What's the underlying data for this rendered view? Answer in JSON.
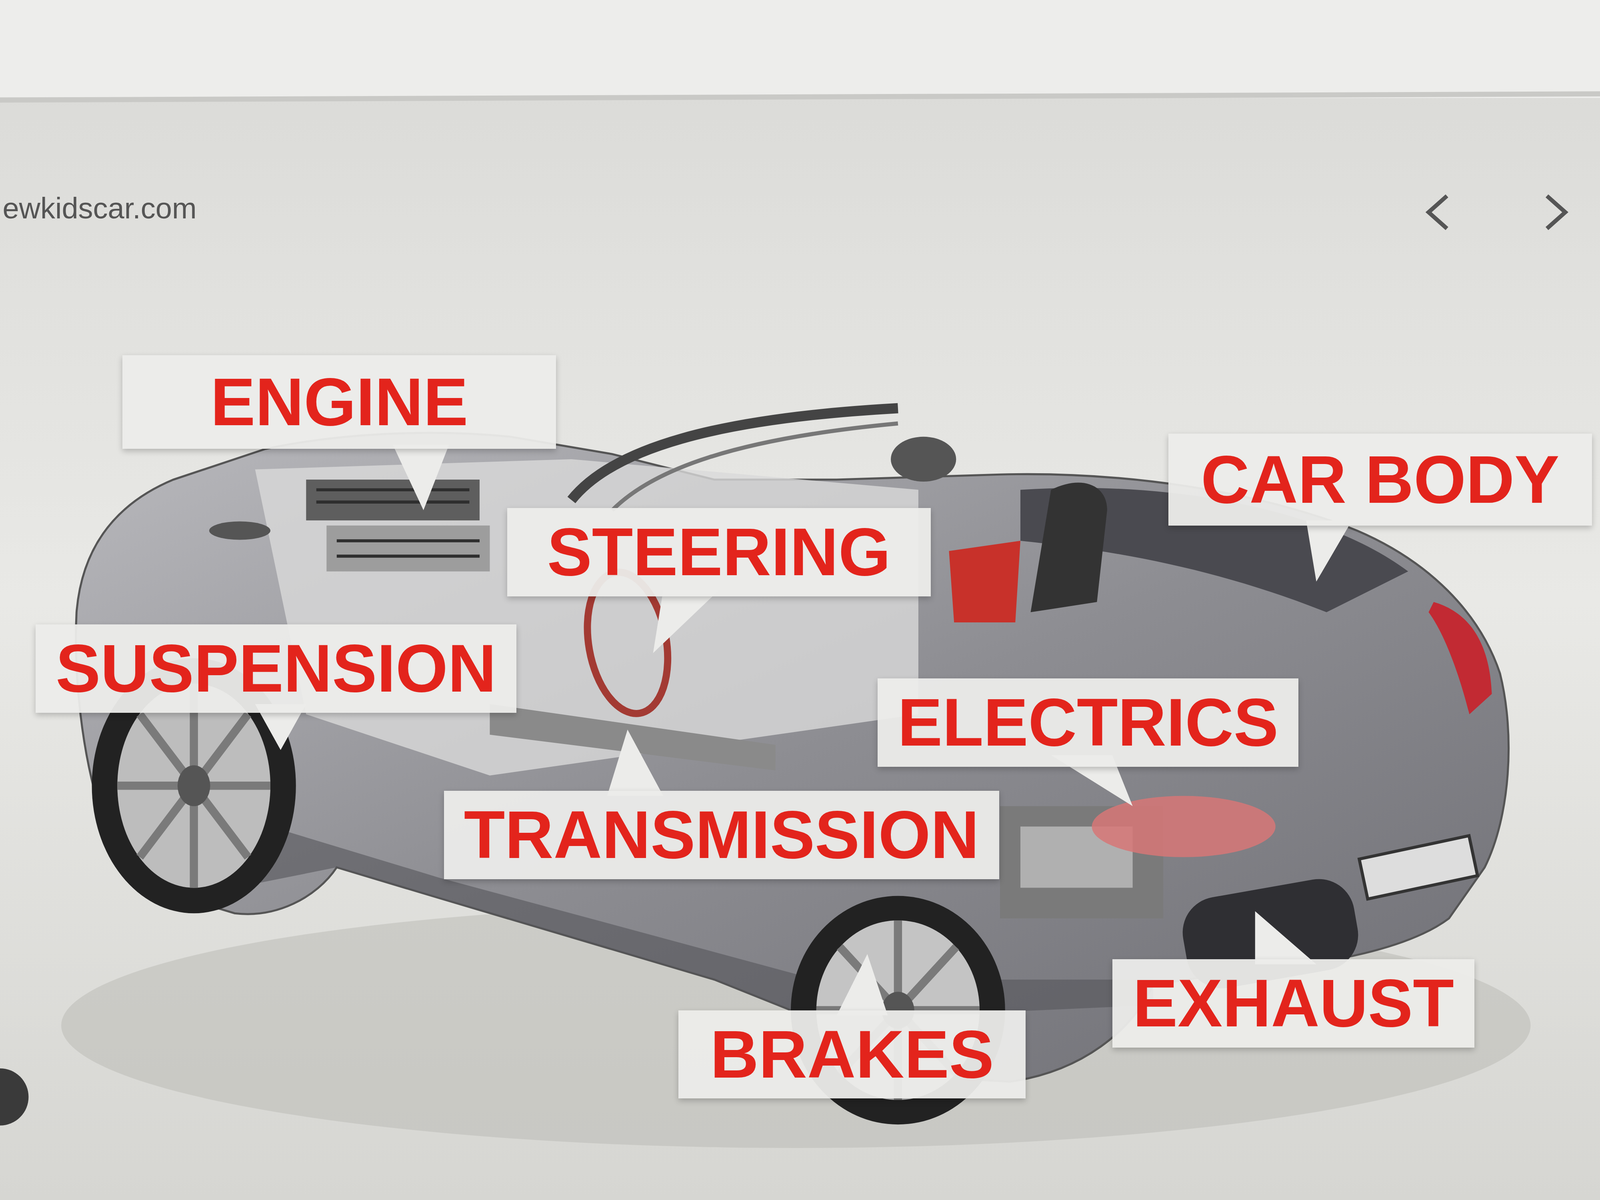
{
  "diagram": {
    "nodes": [
      {
        "text": [
          "ENGINE"
        ]
      },
      {
        "text": [
          "CAR BODY"
        ]
      },
      {
        "text": [
          "STEERING"
        ]
      },
      {
        "text": [
          "SUSPENSION"
        ]
      },
      {
        "text": [
          "ELECTRICS"
        ]
      },
      {
        "text": [
          "TRANSMISSION"
        ]
      },
      {
        "text": [
          "EXHAUST"
        ]
      },
      {
        "text": [
          "BRAKES"
        ]
      }
    ],
    "labels": [
      "ewkidscar.com"
    ]
  }
}
